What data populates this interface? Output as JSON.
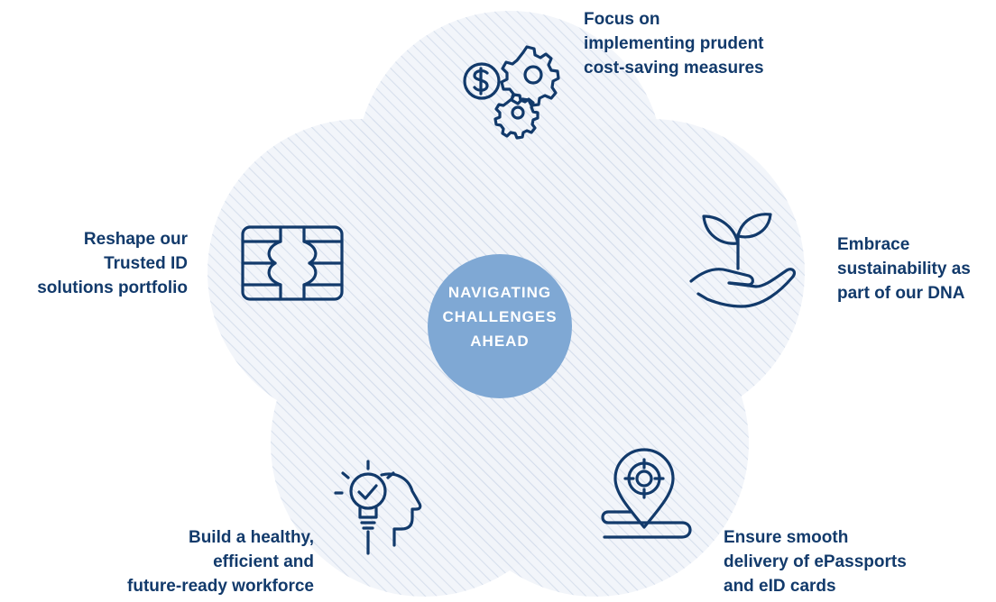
{
  "center": {
    "lines": [
      "NAVIGATING",
      "CHALLENGES",
      "AHEAD"
    ]
  },
  "petals": {
    "cost": {
      "lines": [
        "Focus on",
        "implementing prudent",
        "cost-saving measures"
      ],
      "icon": "gears-dollar-icon"
    },
    "trusted_id": {
      "lines": [
        "Reshape our",
        "Trusted ID",
        "solutions portfolio"
      ],
      "icon": "smart-card-chip-icon"
    },
    "sustainability": {
      "lines": [
        "Embrace",
        "sustainability as",
        "part of our DNA"
      ],
      "icon": "plant-in-hand-icon"
    },
    "workforce": {
      "lines": [
        "Build a healthy,",
        "efficient and",
        "future-ready workforce"
      ],
      "icon": "head-lightbulb-check-icon"
    },
    "delivery": {
      "lines": [
        "Ensure smooth",
        "delivery of ePassports",
        "and eID cards"
      ],
      "icon": "location-target-path-icon"
    }
  },
  "colors": {
    "text": "#123a6b",
    "icon_stroke": "#123a6b",
    "center_fill": "#7fa8d4",
    "petal_fill": "#eef2f8",
    "hatch": "#cfd9e8"
  }
}
